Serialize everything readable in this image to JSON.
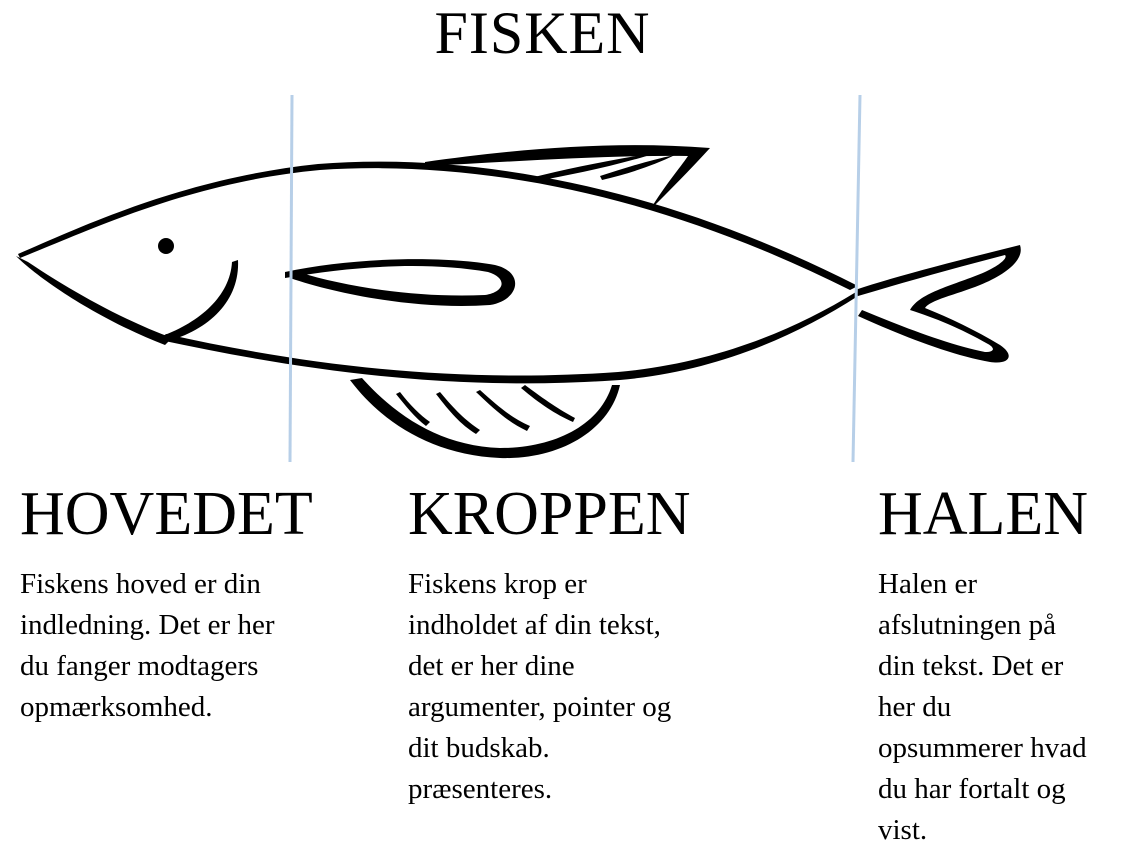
{
  "title": "FISKEN",
  "sections": [
    {
      "heading": "HOVEDET",
      "lines": [
        "Fiskens hoved er din",
        "indledning. Det er her",
        "du fanger modtagers",
        "opmærksomhed."
      ]
    },
    {
      "heading": "KROPPEN",
      "lines": [
        "Fiskens krop er",
        "indholdet af din tekst,",
        "det er her dine",
        "argumenter, pointer og",
        "dit budskab.",
        "præsenteres."
      ]
    },
    {
      "heading": "HALEN",
      "lines": [
        "Halen er",
        "afslutningen på",
        "din tekst. Det er",
        "her du",
        "opsummerer hvad",
        "du har fortalt og",
        "vist."
      ]
    }
  ],
  "colors": {
    "divider": "#b7cfe8",
    "outline": "#000000"
  },
  "icons": [
    "fish-illustration"
  ]
}
